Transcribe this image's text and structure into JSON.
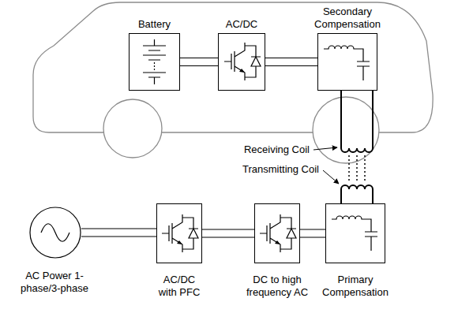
{
  "diagram": {
    "nodes": [
      {
        "text": [
          "Battery"
        ]
      },
      {
        "text": [
          "AC/DC"
        ]
      },
      {
        "text": [
          "Secondary Compensation"
        ]
      },
      {
        "text": [
          "AC Power 1-phase/3-phase"
        ]
      },
      {
        "text": [
          "AC/DC with PFC"
        ]
      },
      {
        "text": [
          "DC to high frequency AC"
        ]
      },
      {
        "text": [
          "Primary Compensation"
        ]
      }
    ],
    "edges": [
      {
        "from": 0,
        "to": 1,
        "arrow": "none"
      },
      {
        "from": 1,
        "to": 2,
        "arrow": "none"
      },
      {
        "from": 3,
        "to": 4,
        "arrow": "none"
      },
      {
        "from": 4,
        "to": 5,
        "arrow": "none"
      },
      {
        "from": 5,
        "to": 6,
        "arrow": "none"
      }
    ],
    "labels": [
      "Receiving Coil",
      "Transmitting Coil"
    ]
  }
}
